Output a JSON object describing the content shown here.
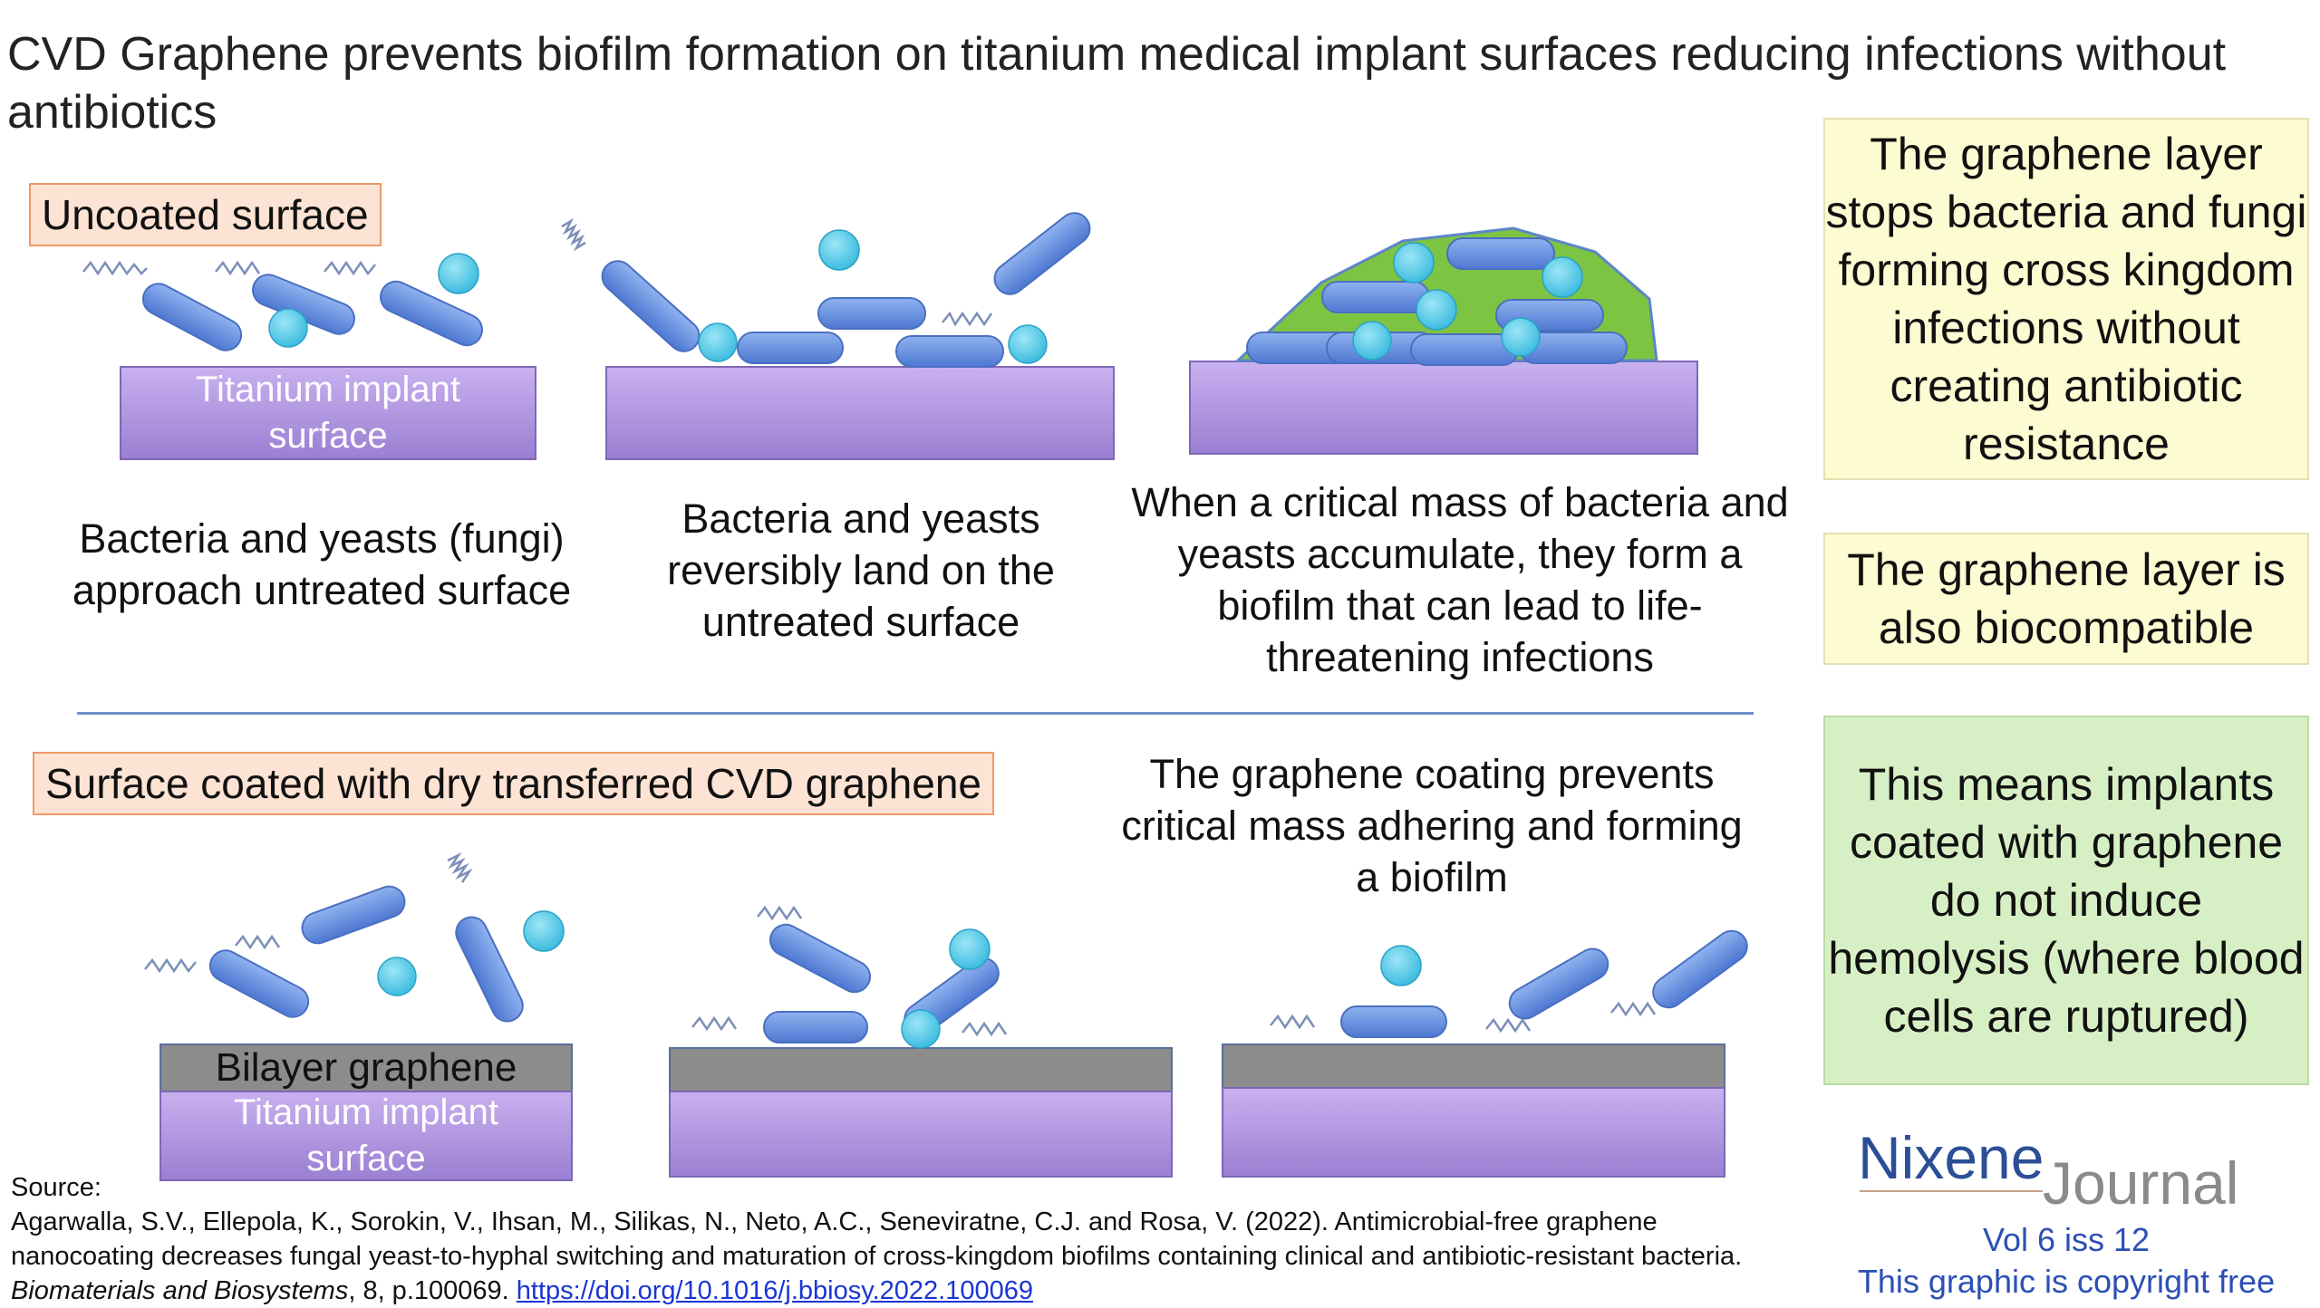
{
  "title": "CVD Graphene prevents biofilm formation on titanium medical implant surfaces reducing infections without antibiotics",
  "labels": {
    "uncoated": "Uncoated surface",
    "coated": "Surface coated with dry transferred CVD graphene",
    "titanium": "Titanium implant surface",
    "bilayer": "Bilayer graphene"
  },
  "captions": {
    "approach": "Bacteria and yeasts (fungi) approach untreated surface",
    "land": "Bacteria and yeasts reversibly land on the untreated surface",
    "biofilm": "When a critical mass of bacteria and yeasts accumulate, they form a biofilm that can lead to life-threatening infections",
    "prevents": "The graphene coating prevents critical mass adhering and forming a biofilm"
  },
  "side_boxes": [
    "The graphene layer stops bacteria and fungi forming cross kingdom infections without creating antibiotic resistance",
    "The graphene layer is also biocompatible",
    "This means implants coated with graphene do not induce hemolysis (where blood cells are ruptured)"
  ],
  "source": {
    "heading": "Source:",
    "citation": "Agarwalla, S.V., Ellepola, K., Sorokin, V., Ihsan, M., Silikas, N., Neto, A.C., Seneviratne, C.J. and Rosa, V. (2022). Antimicrobial-free graphene nanocoating decreases fungal yeast-to-hyphal switching and maturation of cross-kingdom biofilms containing clinical and antibiotic-resistant bacteria.",
    "journal": "Biomaterials and Biosystems",
    "volume_pages": ", 8, p.100069.",
    "doi": "https://doi.org/10.1016/j.bbiosy.2022.100069"
  },
  "brand": {
    "name_part1": "Nixene",
    "name_part2": "Journal",
    "issue": "Vol 6 iss 12",
    "copyright": "This graphic is copyright free"
  },
  "colors": {
    "bacteria": "#6c95e0",
    "yeast": "#6fd0ea",
    "biofilm": "#7dc443",
    "titanium": "#ab90e0",
    "graphene": "#8c8c8c"
  }
}
